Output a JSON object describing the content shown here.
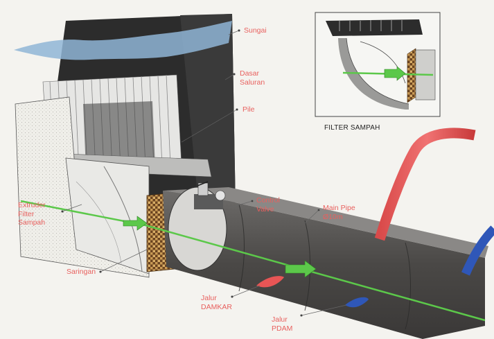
{
  "labels": {
    "sungai": "Sungai",
    "dasar_saluran": "Dasar\nSaluran",
    "pile": "Pile",
    "extruder": "Extruder\nFilter\nSampah",
    "control_valve": "Control\nValve",
    "main_pipe": "Main Pipe\nØ10m",
    "saringan": "Saringan",
    "jalur_damkar": "Jalur\nDAMKAR",
    "jalur_pdam": "Jalur\nPDAM"
  },
  "inset": {
    "caption": "FILTER SAMPAH"
  },
  "colors": {
    "label": "#e8605e",
    "flow_line": "#5cc84a",
    "pipe_red": "#e85555",
    "pipe_blue": "#2f57b8",
    "water": "#8fb5d6",
    "wall_dark": "#2f2f2f",
    "pipe_body": "#4a4848"
  }
}
